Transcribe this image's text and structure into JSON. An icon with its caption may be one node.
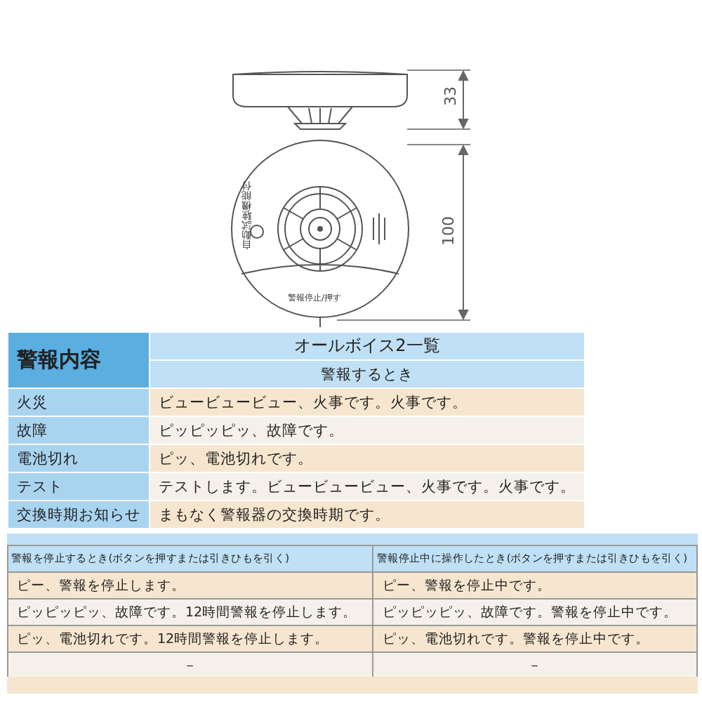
{
  "diagram": {
    "labels": [
      "33",
      "100",
      "自動試験機能付",
      "警報停止/押す",
      "警報内容",
      "オールボイス2一覧",
      "警報するとき",
      "火災",
      "ビュービュービュー、火事です。火事です。",
      "故障",
      "ピッピッピッ、故障です。",
      "電池切れ",
      "ピッ、電池切れです。",
      "テスト",
      "テストします。ビュービュービュー、火事です。火事です。",
      "交換時期お知らせ",
      "まもなく警報器の交換時期です。",
      "警報を停止するとき(ボタンを押すまたは引きひもを引く)",
      "警報停止中に操作したとき(ボタンを押すまたは引きひもを引く)",
      "ピー、警報を停止します。",
      "ピー、警報を停止中です。",
      "ピッピッピッ、故障です。12時間警報を停止します。",
      "ピッピッピッ、故障です。警報を停止中です。",
      "ピッ、電池切れです。12時間警報を停止します。",
      "ピッ、電池切れです。警報を停止中です。",
      "－",
      "－"
    ]
  }
}
